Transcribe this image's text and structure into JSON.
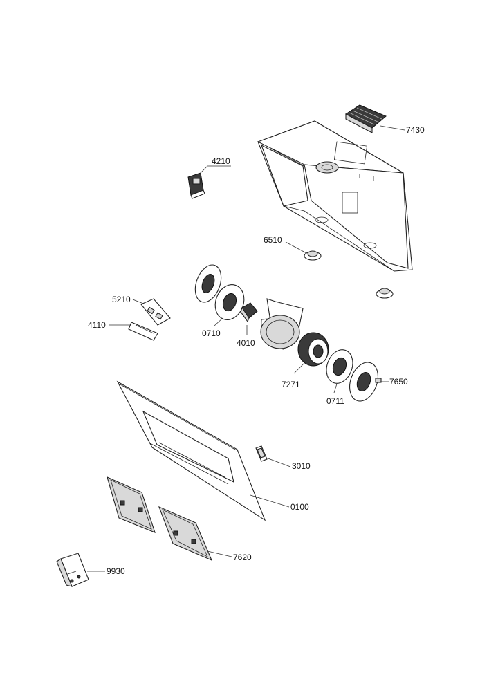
{
  "labels": {
    "p7430": "7430",
    "p4210": "4210",
    "p6510": "6510",
    "p5210": "5210",
    "p4110": "4110",
    "p0710": "0710",
    "p4010": "4010",
    "p7271": "7271",
    "p0711": "0711",
    "p7650": "7650",
    "p3010": "3010",
    "p0100": "0100",
    "p7620": "7620",
    "p9930": "9930"
  },
  "colors": {
    "line": "#222222",
    "background": "#ffffff"
  }
}
